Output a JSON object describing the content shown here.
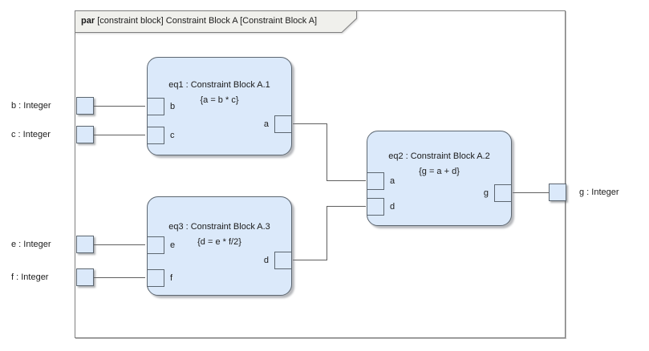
{
  "frame": {
    "keyword": "par",
    "title": "[constraint block] Constraint Block A [Constraint Block A]"
  },
  "colors": {
    "block_fill": "#dbe9fa",
    "block_border": "#5c6670",
    "frame_border": "#7f7f7f",
    "header_fill": "#f0f0ec",
    "connector": "#5f5f5f"
  },
  "external_parameters": {
    "b": "b : Integer",
    "c": "c : Integer",
    "e": "e : Integer",
    "f": "f : Integer",
    "g": "g : Integer"
  },
  "blocks": {
    "eq1": {
      "name": "eq1 : Constraint Block A.1",
      "constraint": "{a = b * c}",
      "ports": {
        "b": "b",
        "c": "c",
        "a": "a"
      }
    },
    "eq2": {
      "name": "eq2 : Constraint Block A.2",
      "constraint": "{g = a + d}",
      "ports": {
        "a": "a",
        "d": "d",
        "g": "g"
      }
    },
    "eq3": {
      "name": "eq3 : Constraint Block A.3",
      "constraint": "{d = e * f/2}",
      "ports": {
        "e": "e",
        "f": "f",
        "d": "d"
      }
    }
  }
}
